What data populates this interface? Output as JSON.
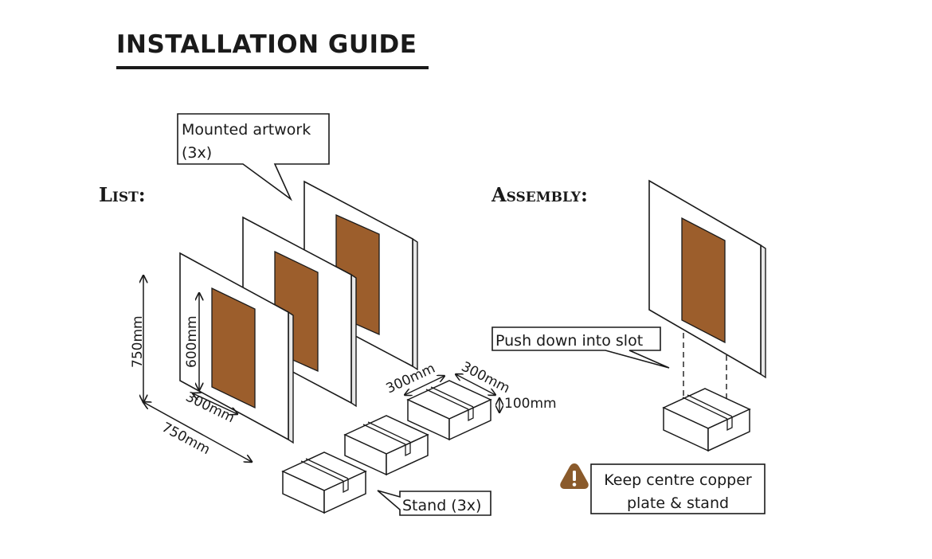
{
  "title": "INSTALLATION GUIDE",
  "sections": {
    "list": "List:",
    "assembly": "Assembly:"
  },
  "callouts": {
    "artwork_line1": "Mounted artwork",
    "artwork_line2": "(3x)",
    "push": "Push down into slot",
    "stand": "Stand (3x)",
    "warning_line1": "Keep centre copper",
    "warning_line2": "plate & stand"
  },
  "dimensions": {
    "panel_height": "750mm",
    "panel_width": "750mm",
    "plate_height": "600mm",
    "plate_width": "300mm",
    "stand_depth": "300mm",
    "stand_width": "300mm",
    "stand_height": "100mm"
  },
  "colors": {
    "copper": "#9c5e2c",
    "ink": "#1a1a1a",
    "warning": "#8a5a2b"
  },
  "icons": {
    "warning": "warning-triangle-icon"
  }
}
